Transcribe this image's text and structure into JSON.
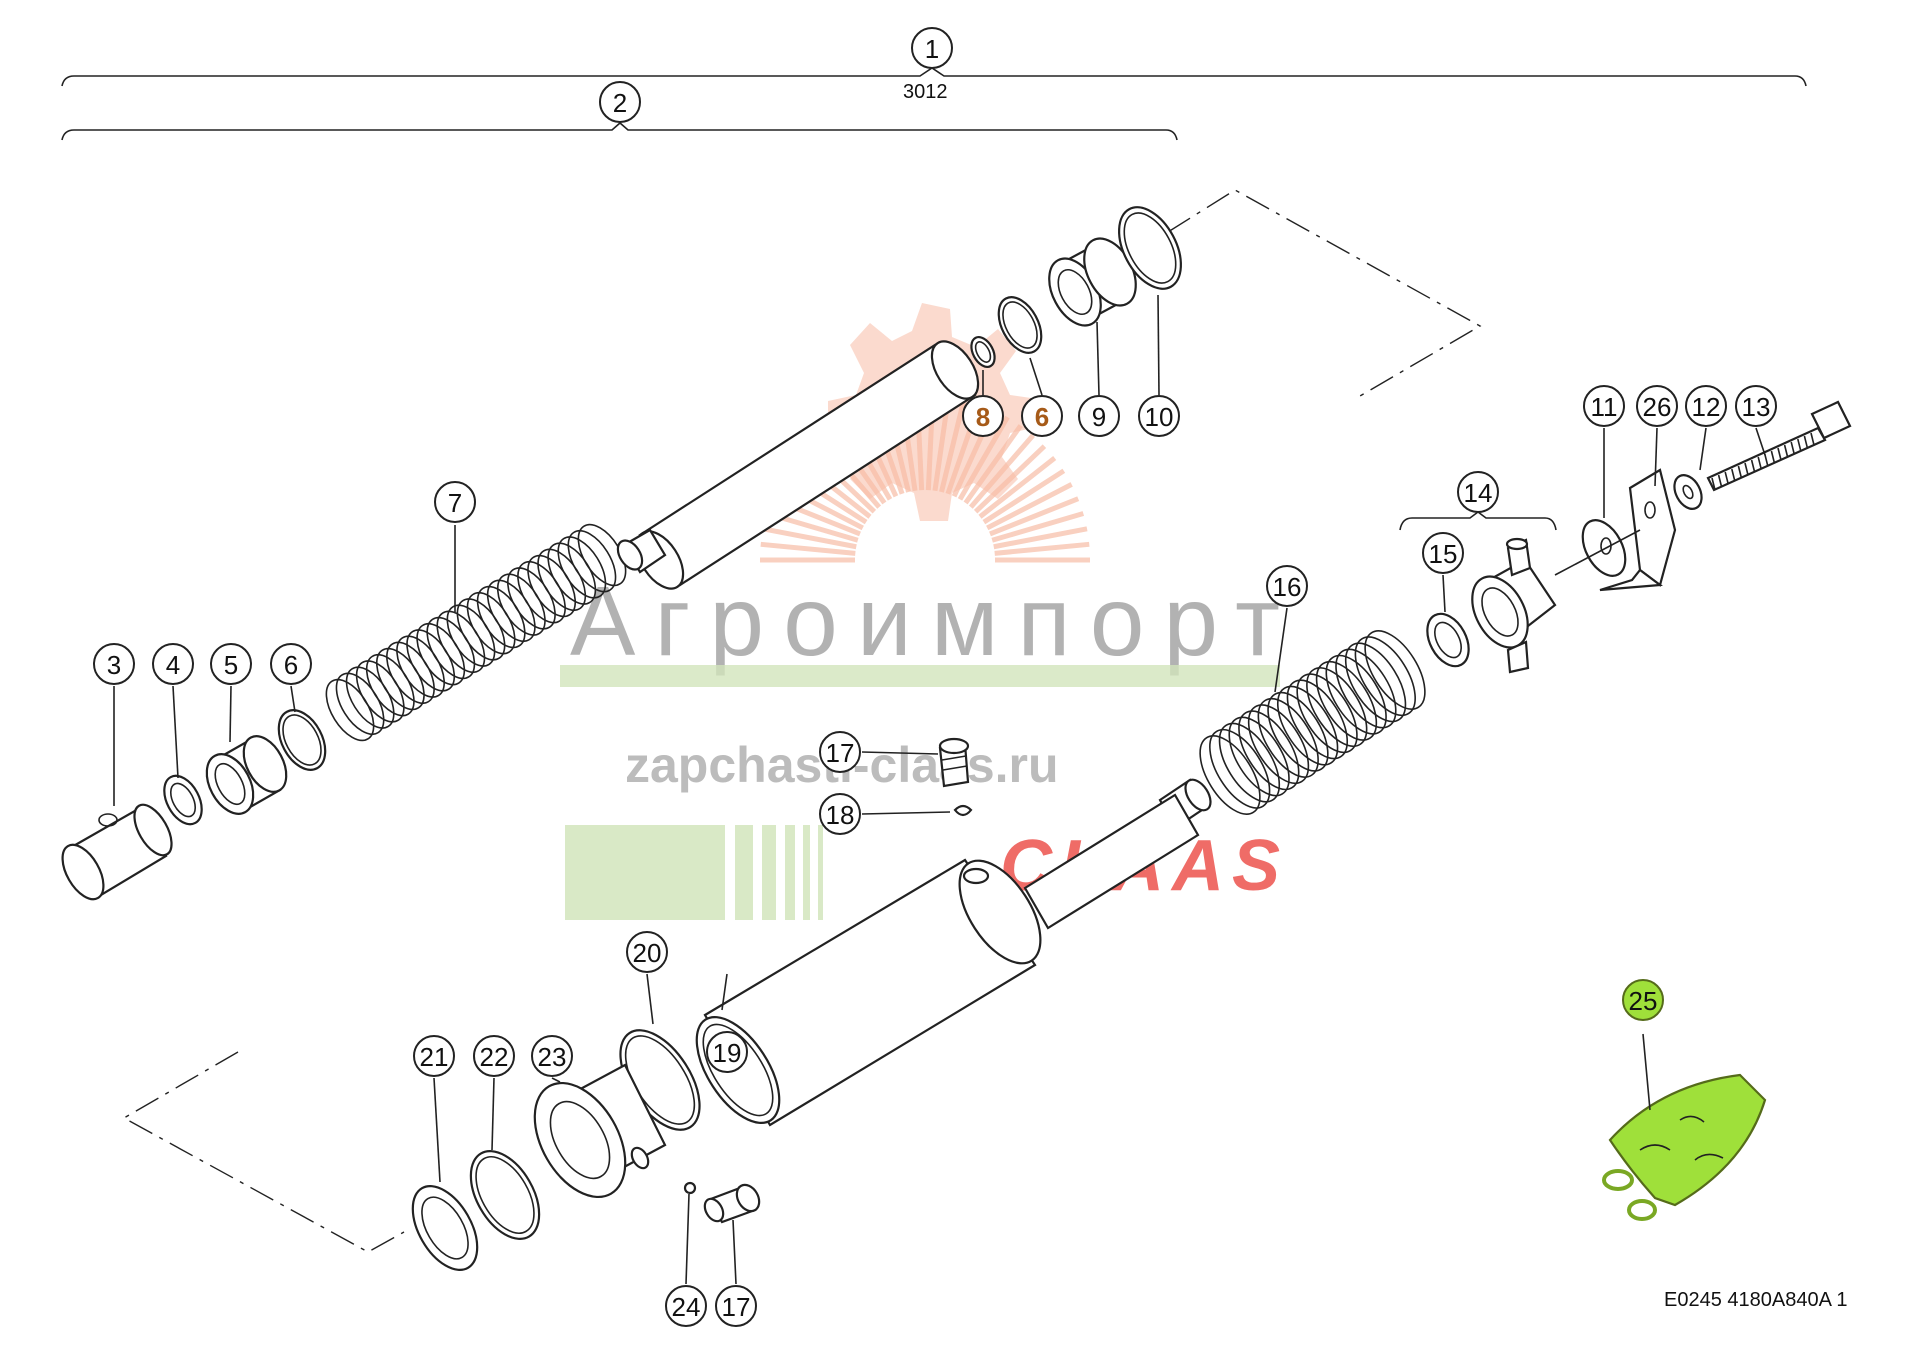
{
  "diagram": {
    "assembly_label": "3012",
    "drawing_code": "E0245 4180A840A 1",
    "callouts": [
      {
        "n": "1",
        "style": "normal"
      },
      {
        "n": "2",
        "style": "normal"
      },
      {
        "n": "3",
        "style": "normal"
      },
      {
        "n": "4",
        "style": "normal"
      },
      {
        "n": "5",
        "style": "normal"
      },
      {
        "n": "6",
        "style": "normal"
      },
      {
        "n": "7",
        "style": "normal"
      },
      {
        "n": "8",
        "style": "accent"
      },
      {
        "n": "6",
        "style": "accent"
      },
      {
        "n": "9",
        "style": "normal"
      },
      {
        "n": "10",
        "style": "normal"
      },
      {
        "n": "11",
        "style": "normal"
      },
      {
        "n": "26",
        "style": "normal"
      },
      {
        "n": "12",
        "style": "normal"
      },
      {
        "n": "13",
        "style": "normal"
      },
      {
        "n": "14",
        "style": "normal"
      },
      {
        "n": "15",
        "style": "normal"
      },
      {
        "n": "16",
        "style": "normal"
      },
      {
        "n": "17",
        "style": "normal"
      },
      {
        "n": "18",
        "style": "normal"
      },
      {
        "n": "19",
        "style": "normal"
      },
      {
        "n": "20",
        "style": "normal"
      },
      {
        "n": "21",
        "style": "normal"
      },
      {
        "n": "22",
        "style": "normal"
      },
      {
        "n": "23",
        "style": "normal"
      },
      {
        "n": "24",
        "style": "normal"
      },
      {
        "n": "17",
        "style": "normal"
      },
      {
        "n": "25",
        "style": "highlight"
      }
    ]
  },
  "watermark": {
    "brand": "Агроимпорт",
    "site": "zapchasti-claas.ru",
    "logo": "CLAAS"
  },
  "colors": {
    "line": "#222222",
    "highlight": "#9fe03a",
    "accent_callout": "#a65a18",
    "watermark_gear": "#f6b8a0",
    "watermark_text": "#9a9a9a",
    "watermark_green": "#cfe3b8",
    "watermark_claas": "#e8302a"
  }
}
